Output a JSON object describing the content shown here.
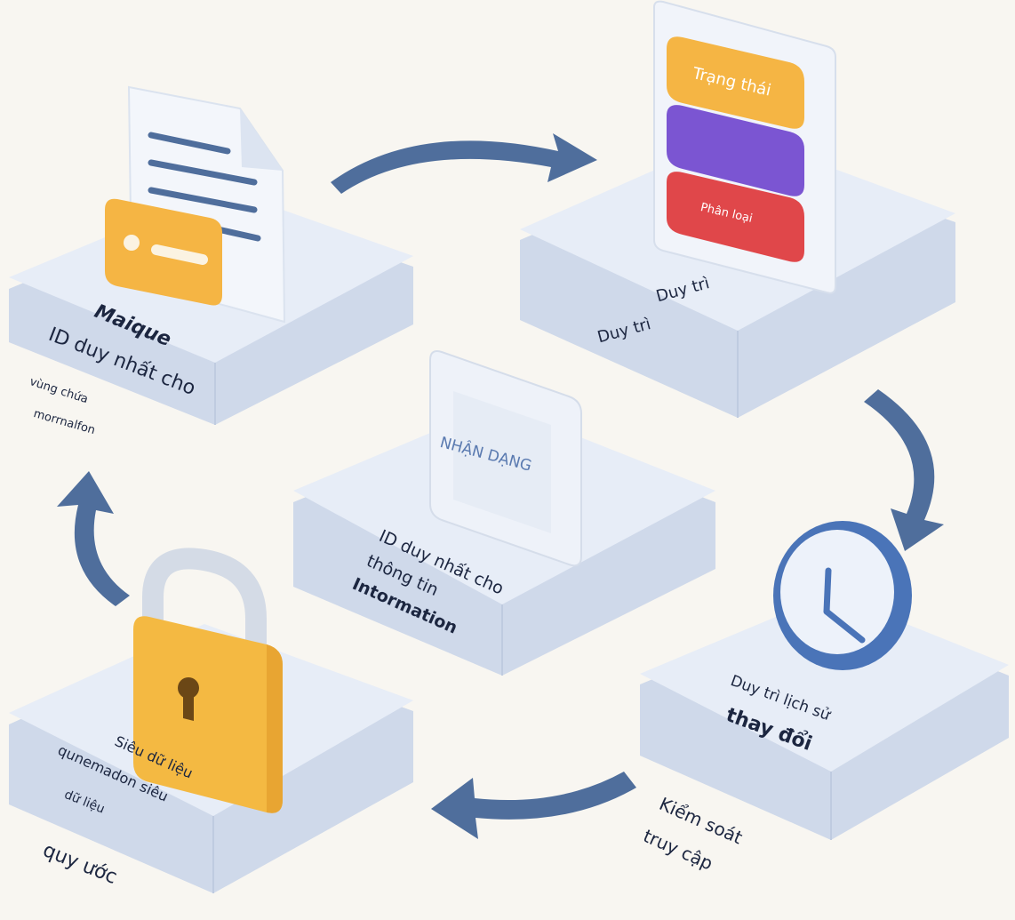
{
  "colors": {
    "background": "#f8f6f1",
    "platform_top": "#e7edf7",
    "platform_side": "#cfd9ea",
    "arrow": "#4f6e9c",
    "card_orange": "#f5b544",
    "tag_purple": "#7b55d2",
    "tag_red": "#e0474a",
    "lock_body": "#f4b942",
    "clock_ring": "#4a74b8"
  },
  "nodes": {
    "unique_id": {
      "heading": "Maique",
      "title": "ID duy nhất cho",
      "note_line1": "vùng chứa",
      "note_line2": "morrnalfon"
    },
    "maintain": {
      "tag1": "Trạng thái",
      "tag3": "Phân loại",
      "label1": "Duy trì",
      "label2": "Duy trì"
    },
    "center": {
      "card_label": "NHẬN DẠNG",
      "line1": "ID duy nhất cho",
      "line2": "thông tin",
      "line3": "Intormation"
    },
    "history": {
      "line1": "Duy trì lịch sử",
      "line2": "thay đổi"
    },
    "access": {
      "line1": "Kiểm soát",
      "line2": "truy cập"
    },
    "metadata": {
      "line1": "Siêu dữ liệu",
      "line2": "qunemadon siêu",
      "line3": "dữ liệu",
      "line4": "quy ước"
    }
  }
}
